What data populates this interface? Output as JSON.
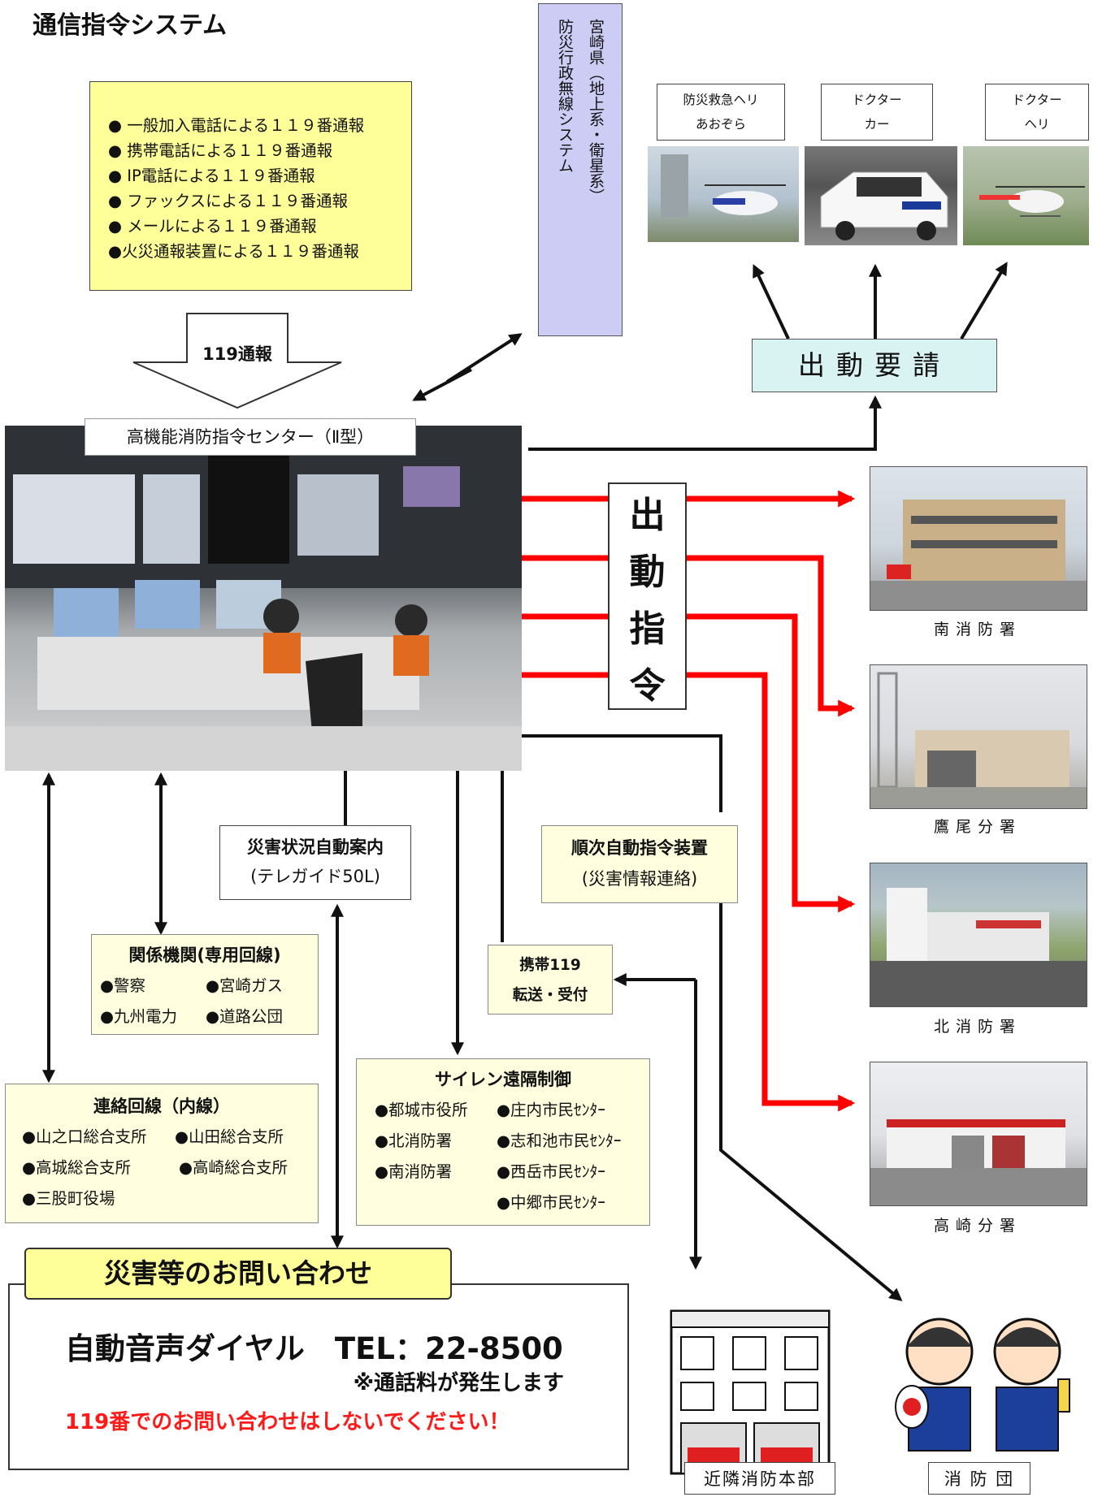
{
  "title": "通信指令システム",
  "calls": [
    "●  一般加入電話による１１９番通報",
    "●  携帯電話による１１９番通報",
    "●  IP電話による１１９番通報",
    "●  ファックスによる１１９番通報",
    "●  メールによる１１９番通報",
    "●火災通報装置による１１９番通報"
  ],
  "report_arrow": "119通報",
  "radio_col1": "宮崎県（地上系・衛星系）",
  "radio_col2": "防災行政無線システム",
  "aircraft": [
    {
      "line1": "防災救急ヘリ",
      "line2": "あおぞら"
    },
    {
      "line1": "ドクター",
      "line2": "カー"
    },
    {
      "line1": "ドクター",
      "line2": "ヘリ"
    }
  ],
  "dispatch_request": "出動要請",
  "center_label": "高機能消防指令センター（Ⅱ型）",
  "dispatch_order": [
    "出",
    "動",
    "指",
    "令"
  ],
  "stations": [
    "南消防署",
    "鷹尾分署",
    "北消防署",
    "高崎分署"
  ],
  "disaster_guide": {
    "title": "災害状況自動案内",
    "sub": "(テレガイド50L)"
  },
  "sequential": {
    "title": "順次自動指令装置",
    "sub": "(災害情報連絡)"
  },
  "mobile119": {
    "line1": "携帯119",
    "line2": "転送・受付"
  },
  "related": {
    "title": "関係機関(専用回線)",
    "items": [
      "●警察",
      "●宮崎ガス",
      "●九州電力",
      "●道路公団"
    ]
  },
  "liaison": {
    "title": "連絡回線（内線）",
    "items": [
      "●山之口総合支所",
      "●山田総合支所",
      "●高城総合支所",
      "●高崎総合支所",
      "●三股町役場"
    ]
  },
  "siren": {
    "title": "サイレン遠隔制御",
    "items": [
      "●都城市役所",
      "●庄内市民ｾﾝﾀｰ",
      "●北消防署",
      "●志和池市民ｾﾝﾀｰ",
      "●南消防署",
      "●西岳市民ｾﾝﾀｰ",
      "●中郷市民ｾﾝﾀｰ"
    ]
  },
  "inquiry": {
    "title": "災害等のお問い合わせ",
    "tel": "自動音声ダイヤル　TEL：22-8500",
    "note": "※通話料が発生します",
    "warning": "119番でのお問い合わせはしないでください！"
  },
  "bottom": {
    "neighbor": "近隣消防本部",
    "brigade": "消 防 団"
  },
  "colors": {
    "yellow": "#ffff99",
    "radio": "#ccccf5",
    "request": "#d9f2f2",
    "red_line": "#ff0000",
    "warning": "#ff1a1a"
  }
}
